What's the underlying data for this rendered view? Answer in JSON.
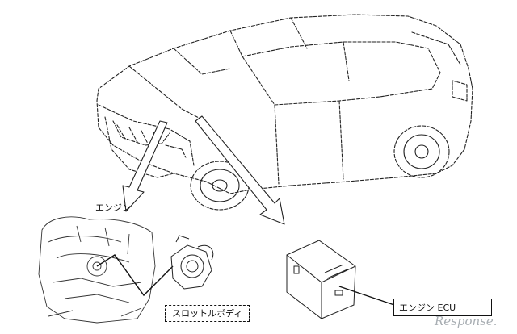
{
  "labels": {
    "engine": "エンジン",
    "throttle_body": "スロットルボディ",
    "engine_ecu": "エンジン ECU"
  },
  "watermark": "Response."
}
